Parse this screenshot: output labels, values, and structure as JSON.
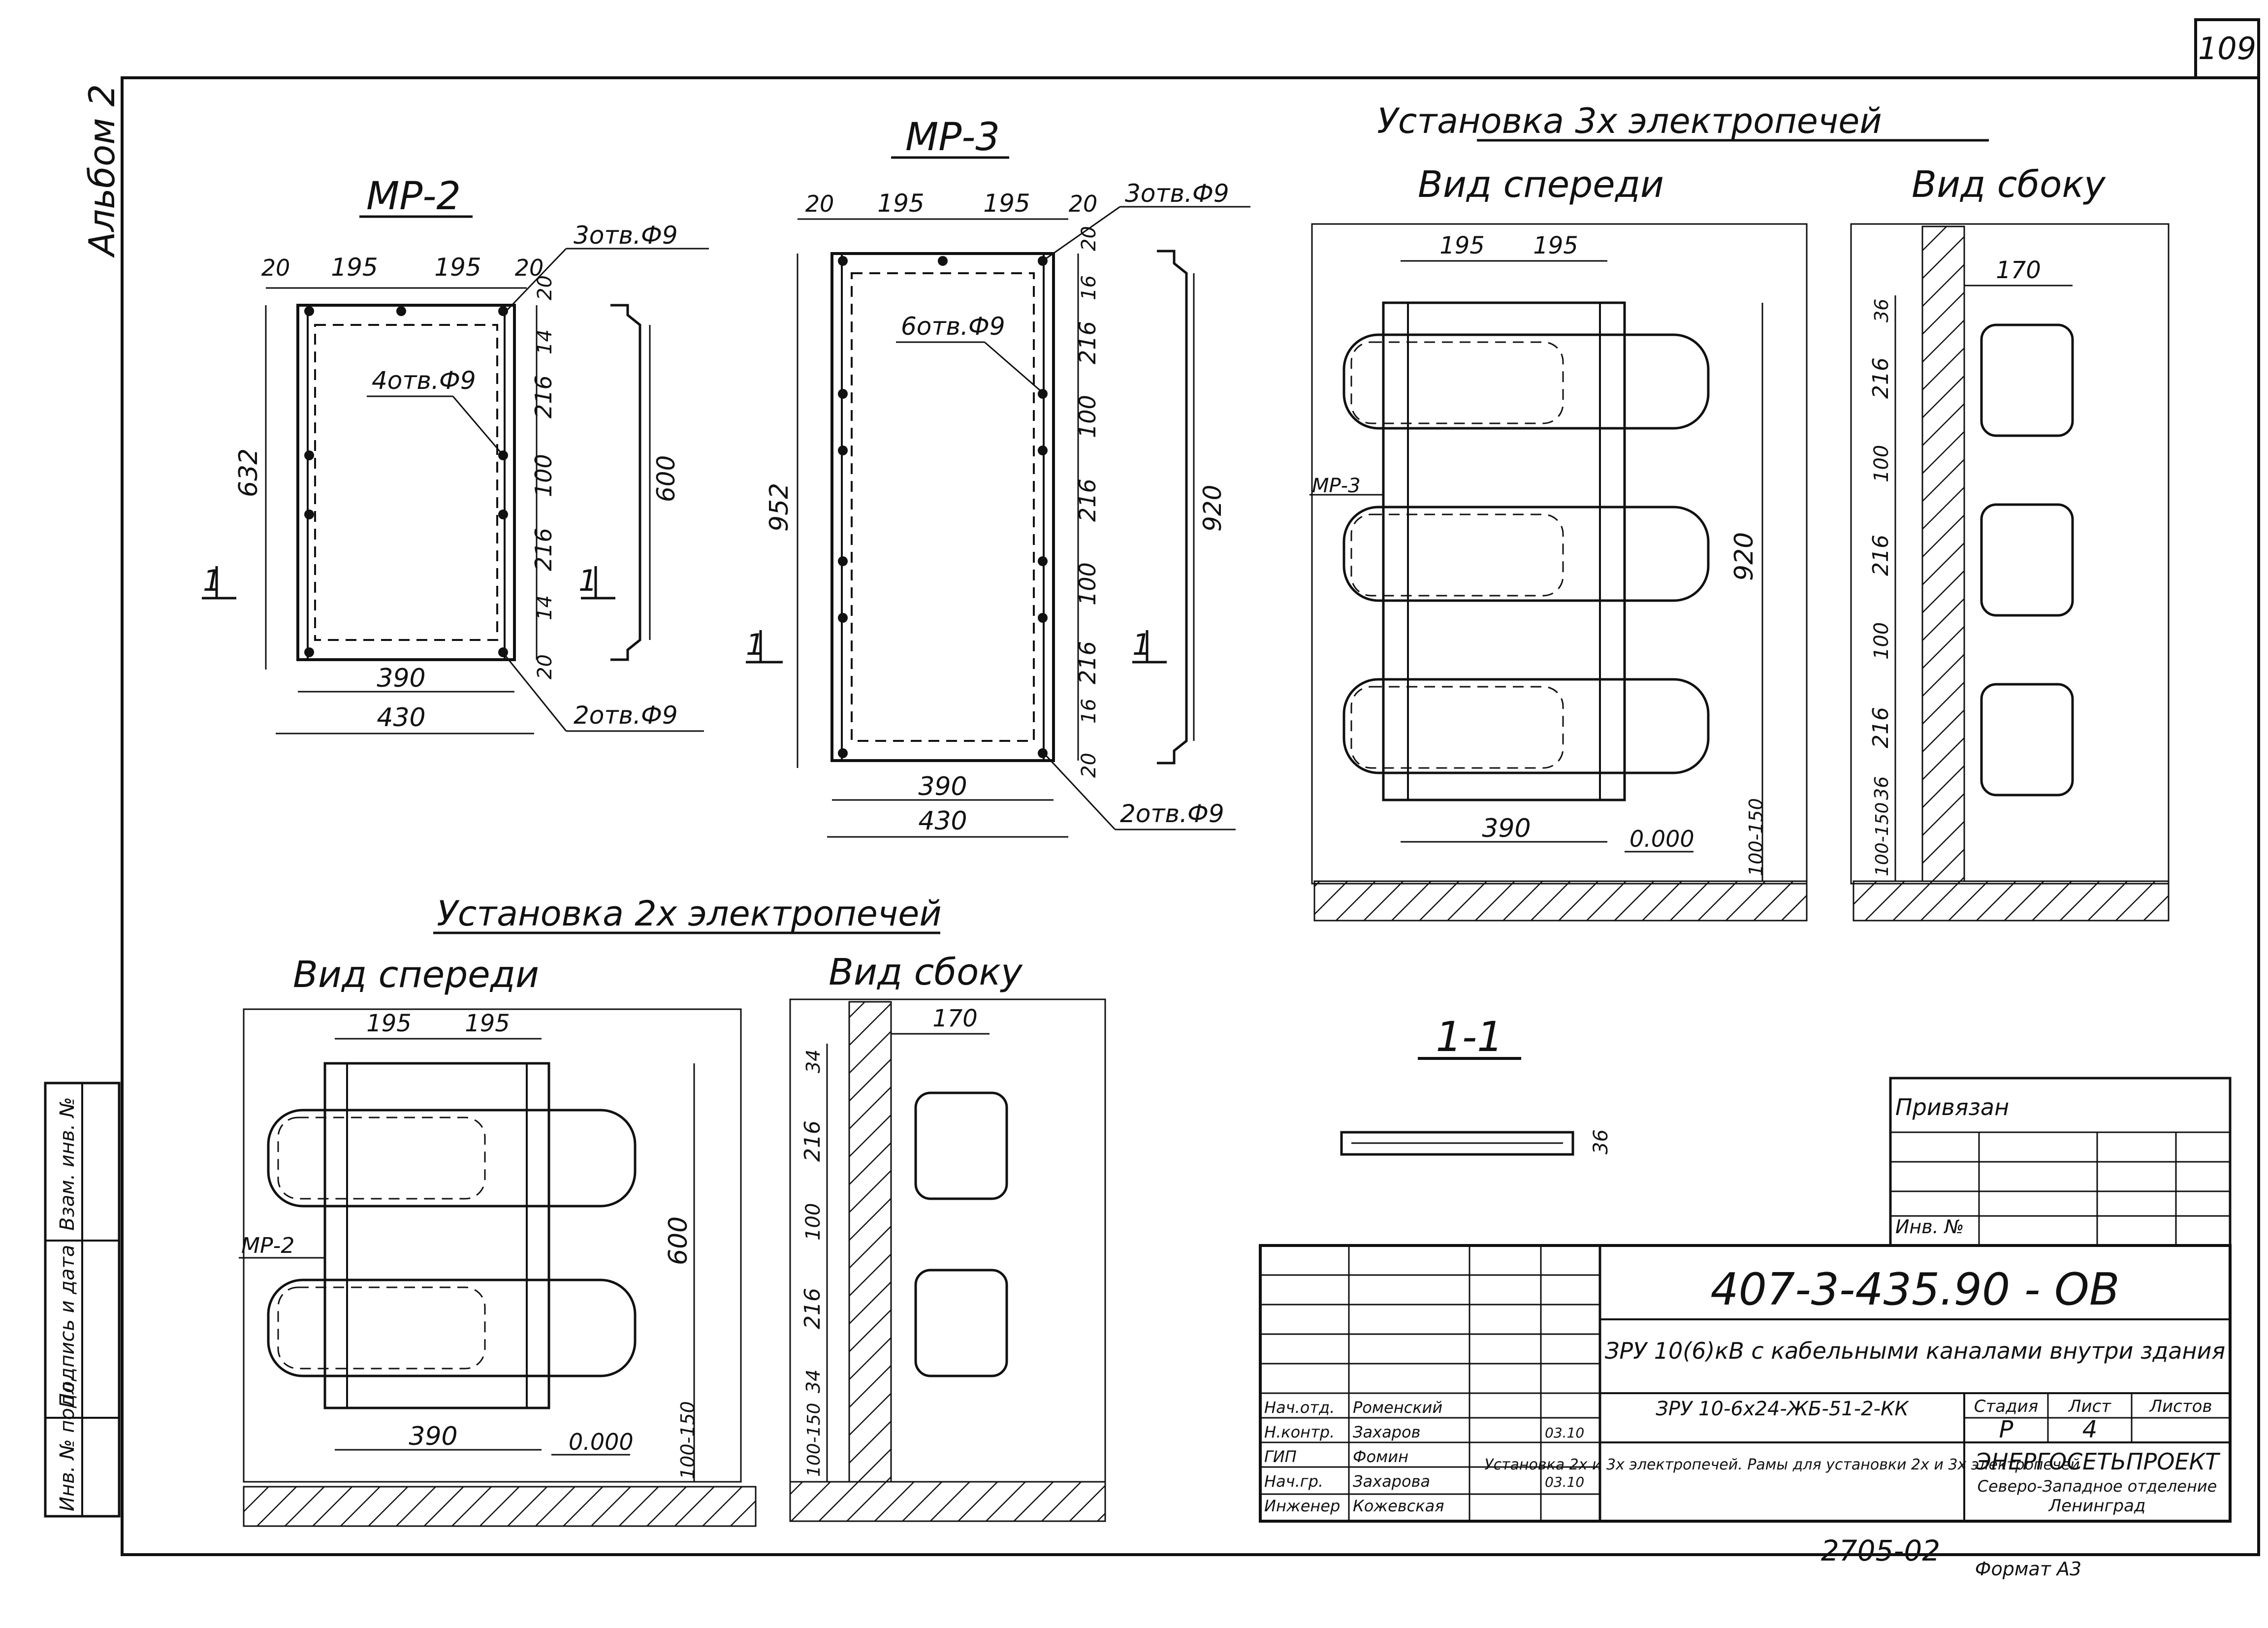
{
  "sheet": {
    "number": "109",
    "album": "Альбом 2",
    "format": "Формат А3",
    "stamp_note": "2705-02"
  },
  "mr2": {
    "title": "МР-2",
    "dim_top": [
      "20",
      "195",
      "195",
      "20"
    ],
    "dim_right": [
      "20",
      "14",
      "216",
      "100",
      "216",
      "14",
      "20"
    ],
    "dim_height": "632",
    "dim_side": "600",
    "dim_bottom_inner": "390",
    "dim_bottom_outer": "430",
    "note_top": "3отв.Ф9",
    "note_mid": "4отв.Ф9",
    "note_bottom": "2отв.Ф9",
    "section_mark": "1"
  },
  "mr3": {
    "title": "МР-3",
    "dim_top": [
      "20",
      "195",
      "195",
      "20"
    ],
    "dim_right": [
      "20",
      "16",
      "216",
      "100",
      "216",
      "100",
      "216",
      "16",
      "20"
    ],
    "dim_height": "952",
    "dim_side": "920",
    "dim_bottom_inner": "390",
    "dim_bottom_outer": "430",
    "note_top": "3отв.Ф9",
    "note_mid": "6отв.Ф9",
    "note_bottom": "2отв.Ф9",
    "section_mark": "1"
  },
  "install3": {
    "title": "Установка 3х электропечей",
    "front_title": "Вид спереди",
    "side_title": "Вид сбоку",
    "front_dims": [
      "195",
      "195"
    ],
    "front_height": "920",
    "front_bottom": "390",
    "floor_mark": "0.000",
    "floor_gap": "100-150",
    "frame_label": "МР-3",
    "side_width": "170",
    "side_dims": [
      "36",
      "216",
      "100",
      "216",
      "100",
      "216",
      "36",
      "100-150"
    ]
  },
  "install2": {
    "title": "Установка 2х электропечей",
    "front_title": "Вид спереди",
    "side_title": "Вид сбоку",
    "front_dims": [
      "195",
      "195"
    ],
    "front_height": "600",
    "front_bottom": "390",
    "floor_mark": "0.000",
    "floor_gap": "100-150",
    "frame_label": "МР-2",
    "side_width": "170",
    "side_dims": [
      "34",
      "216",
      "100",
      "216",
      "34",
      "100-150"
    ]
  },
  "section": {
    "title": "1-1",
    "dim": "36"
  },
  "side_stamp": {
    "texts": [
      "Взам. инв. №",
      "Подпись и дата",
      "Инв. № подл."
    ]
  },
  "binding": {
    "title": "Привязан",
    "inv_label": "Инв. №"
  },
  "title_block": {
    "doc_code": "407-3-435.90 - ОВ",
    "project": "ЗРУ 10(6)кВ с кабельными каналами внутри здания",
    "sheet_name": "ЗРУ 10-6х24-ЖБ-51-2-КК",
    "drawing_title": "Установка 2х и 3х электропечей. Рамы для установки 2х и 3х электропечей",
    "stage_label": "Стадия",
    "sheet_label": "Лист",
    "sheets_label": "Листов",
    "stage": "Р",
    "sheet": "4",
    "org": "ЭНЕРГОСЕТЬПРОЕКТ",
    "org_sub": "Северо-Западное отделение",
    "city": "Ленинград",
    "people": [
      {
        "role": "Нач.отд.",
        "name": "Роменский",
        "date": ""
      },
      {
        "role": "Н.контр.",
        "name": "Захаров",
        "date": "03.10"
      },
      {
        "role": "ГИП",
        "name": "Фомин",
        "date": ""
      },
      {
        "role": "Нач.гр.",
        "name": "Захарова",
        "date": "03.10"
      },
      {
        "role": "Инженер",
        "name": "Кожевская",
        "date": ""
      }
    ]
  }
}
